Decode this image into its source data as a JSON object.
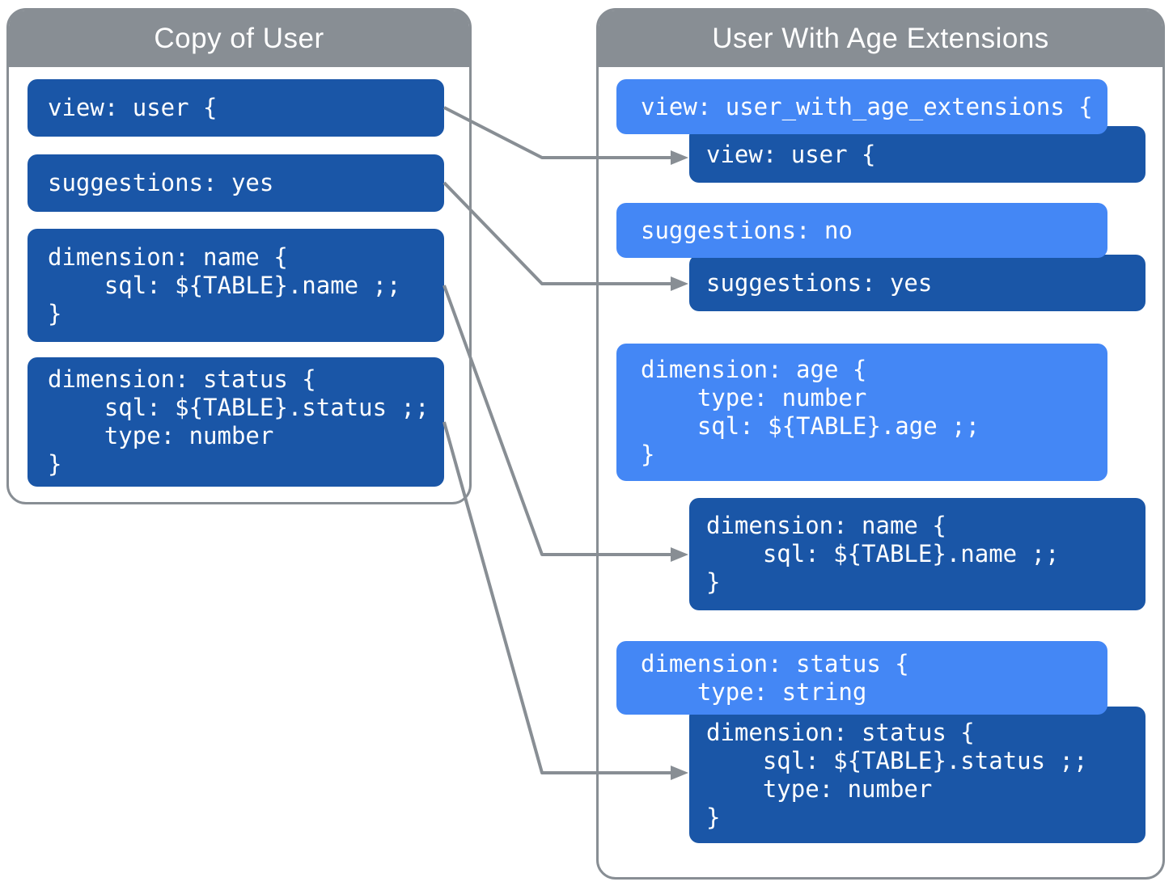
{
  "colors": {
    "panel_border_gray": "#888E94",
    "header_gray": "#888E94",
    "dark_blue": "#1A56A7",
    "light_blue": "#4487F5",
    "arrow_gray": "#888E94",
    "text_white": "#FFFFFF"
  },
  "left_panel": {
    "title": "Copy of User",
    "boxes": [
      {
        "id": "copy-view",
        "style": "dark",
        "lines": [
          "view: user {"
        ]
      },
      {
        "id": "copy-suggestions",
        "style": "dark",
        "lines": [
          "suggestions: yes"
        ]
      },
      {
        "id": "copy-dimension-name",
        "style": "dark",
        "lines": [
          "dimension: name {",
          "    sql: ${TABLE}.name ;;",
          "}"
        ]
      },
      {
        "id": "copy-dimension-status",
        "style": "dark",
        "lines": [
          "dimension: status {",
          "    sql: ${TABLE}.status ;;",
          "    type: number",
          "}"
        ]
      }
    ]
  },
  "right_panel": {
    "title": "User With Age Extensions",
    "boxes": [
      {
        "id": "ext-view",
        "style": "light",
        "lines": [
          "view: user_with_age_extensions {"
        ]
      },
      {
        "id": "base-view",
        "style": "dark",
        "lines": [
          "view: user {"
        ]
      },
      {
        "id": "ext-suggestions",
        "style": "light",
        "lines": [
          "suggestions: no"
        ]
      },
      {
        "id": "base-suggestions",
        "style": "dark",
        "lines": [
          "suggestions: yes"
        ]
      },
      {
        "id": "ext-dimension-age",
        "style": "light",
        "lines": [
          "dimension: age {",
          "    type: number",
          "    sql: ${TABLE}.age ;;",
          "}"
        ]
      },
      {
        "id": "base-dimension-name",
        "style": "dark",
        "lines": [
          "dimension: name {",
          "    sql: ${TABLE}.name ;;",
          "}"
        ]
      },
      {
        "id": "ext-dimension-status",
        "style": "light",
        "lines": [
          "dimension: status {",
          "    type: string"
        ]
      },
      {
        "id": "base-dimension-status",
        "style": "dark",
        "lines": [
          "dimension: status {",
          "    sql: ${TABLE}.status ;;",
          "    type: number",
          "}"
        ]
      }
    ]
  },
  "arrows": [
    {
      "from": "copy-view",
      "to": "base-view"
    },
    {
      "from": "copy-suggestions",
      "to": "base-suggestions"
    },
    {
      "from": "copy-dimension-name",
      "to": "base-dimension-name"
    },
    {
      "from": "copy-dimension-status",
      "to": "base-dimension-status"
    }
  ]
}
